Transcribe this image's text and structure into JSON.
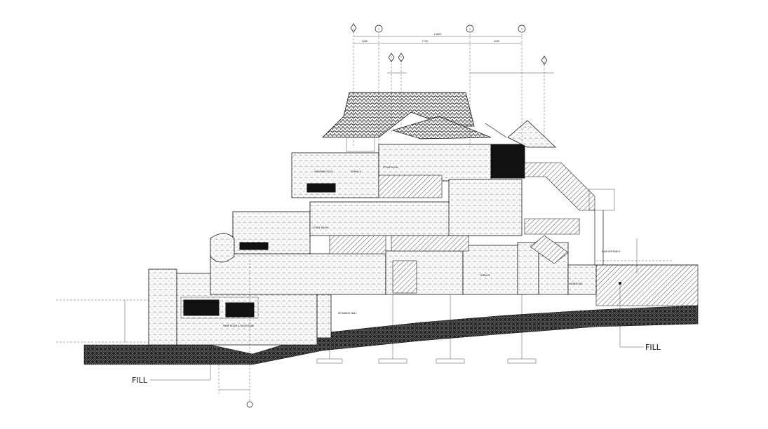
{
  "drawing": {
    "fill_label_left": "FILL",
    "fill_label_right": "FILL",
    "grid_bubbles": [
      "1",
      "1",
      "1"
    ],
    "bottom_bubble": "",
    "overall_dim": "14600",
    "top_dims": [
      "2280",
      "7720",
      "4290"
    ],
    "room_tags": [
      "SWIMMING POOL",
      "TERRACE",
      "STORE ROOM",
      "STORE ROOM",
      "TERRACE",
      "MAIN ENTRANCE",
      "MAIN ROAD",
      "PUMP ROOM & FILTER TANK",
      "RETAINING WALL"
    ],
    "colors": {
      "ink": "#111111",
      "paper": "#ffffff"
    }
  }
}
